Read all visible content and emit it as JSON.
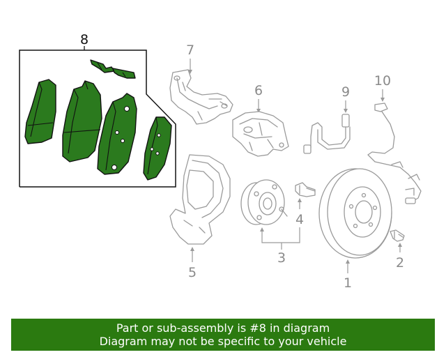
{
  "colors": {
    "highlight": "#2b7a1e",
    "banner_bg": "#2b7a10",
    "banner_text": "#ffffff",
    "line_gray": "#9a9a9a",
    "callout_gray": "#8a8a8a"
  },
  "callouts": {
    "c1": "1",
    "c2": "2",
    "c3": "3",
    "c4": "4",
    "c5": "5",
    "c6": "6",
    "c7": "7",
    "c8": "8",
    "c9": "9",
    "c10": "10"
  },
  "banner": {
    "line1": "Part or sub-assembly is #8 in diagram",
    "line2": "Diagram may not be specific to your vehicle"
  }
}
